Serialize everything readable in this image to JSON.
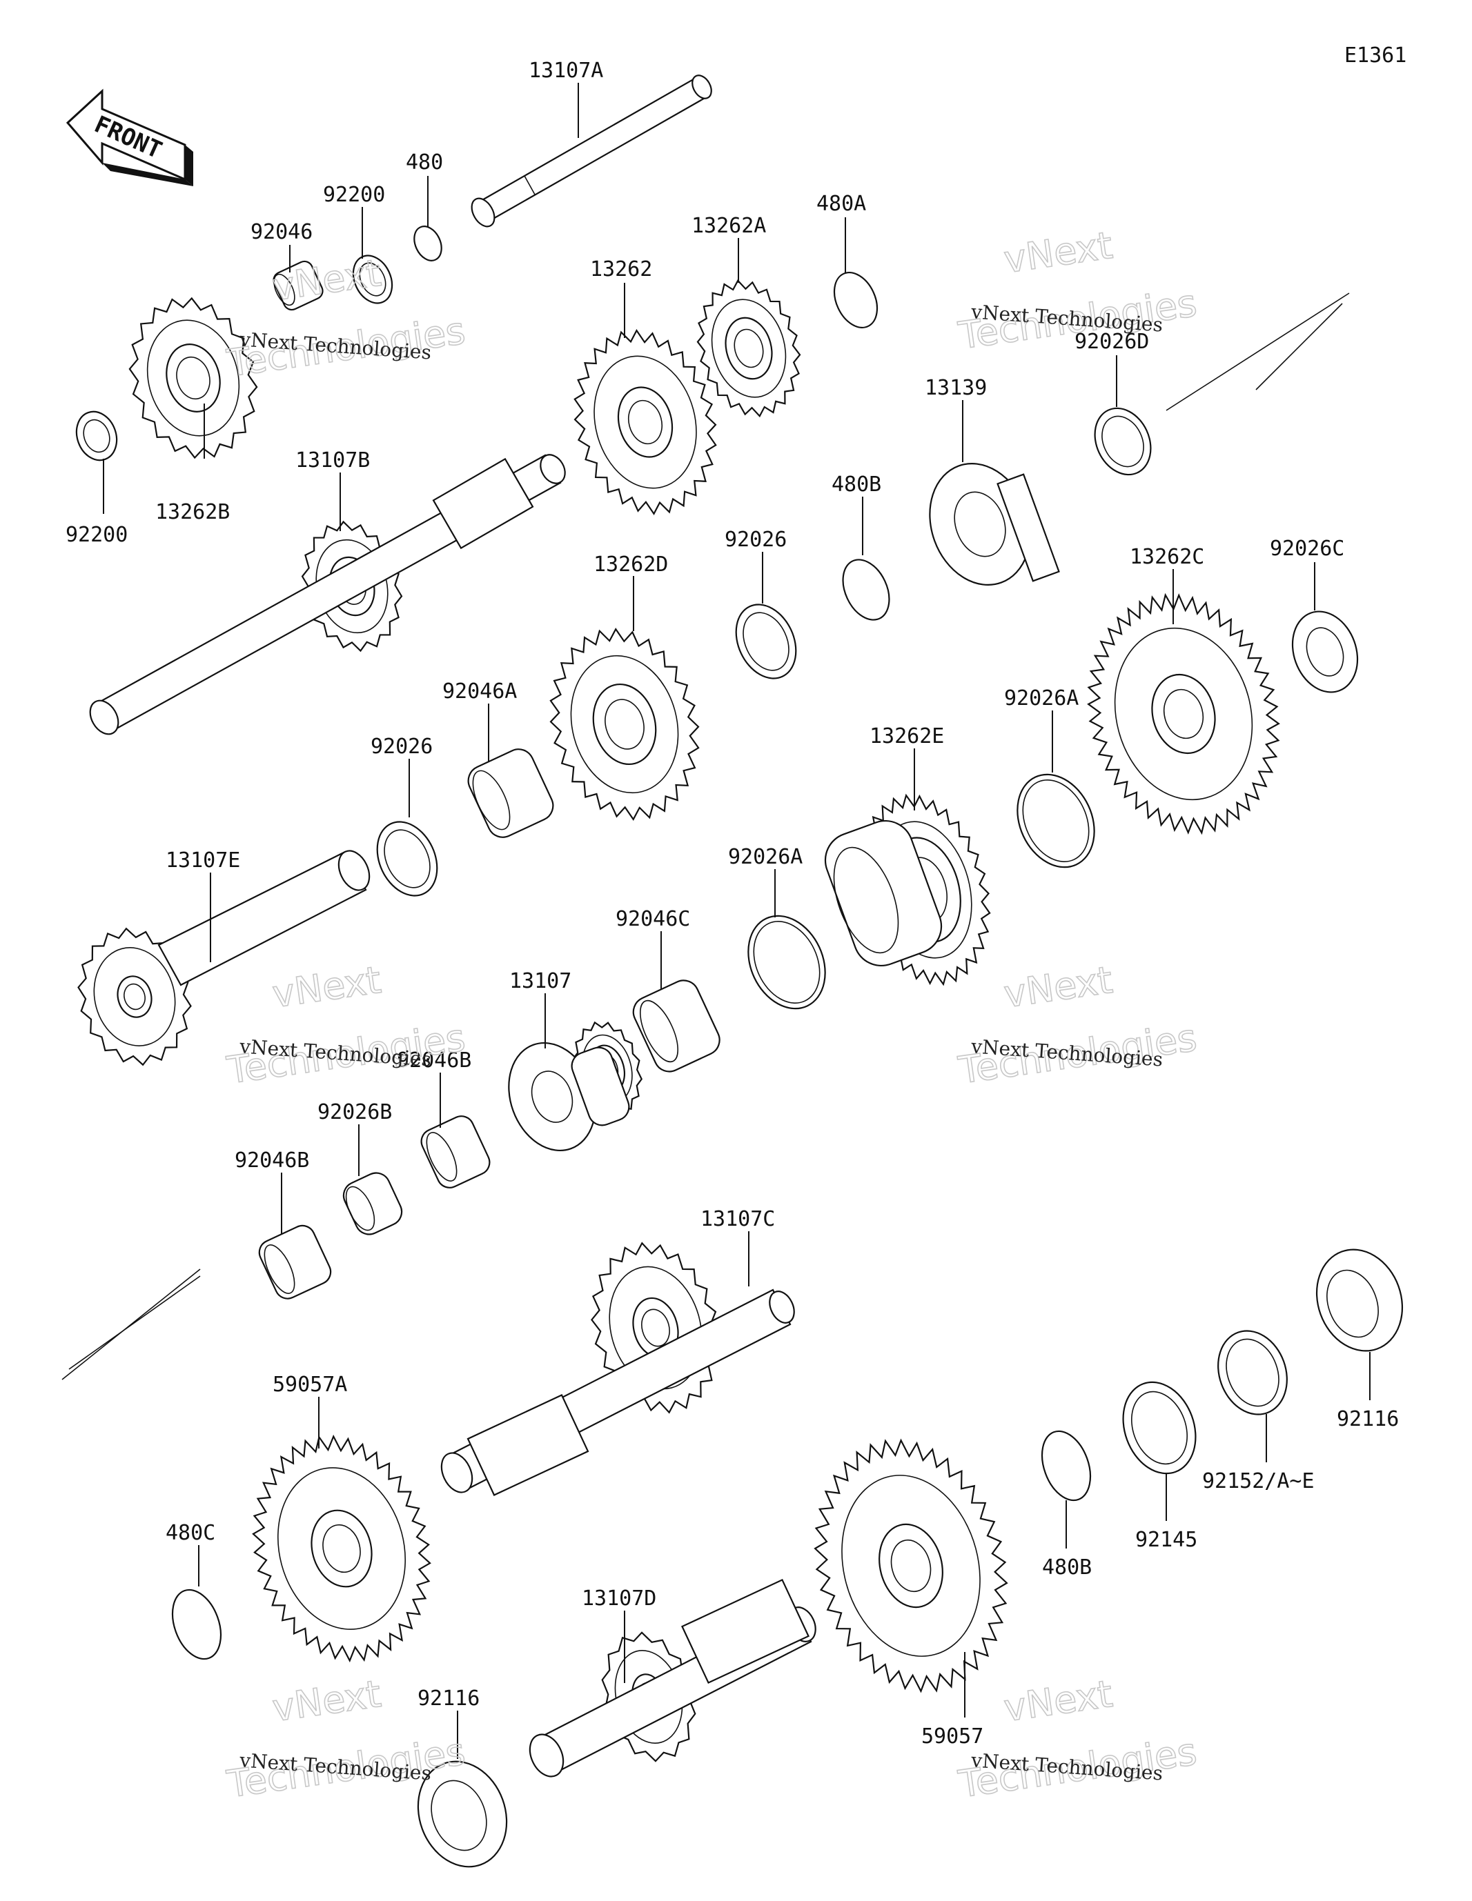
{
  "diagram_id": "E1361",
  "front_label": "FRONT",
  "watermark": {
    "line1": "vNext",
    "line2": "Technologies",
    "caption": "vNext Technologies"
  },
  "labels": {
    "p13107A": "13107A",
    "p480": "480",
    "p92200a": "92200",
    "p92046": "92046",
    "p92200b": "92200",
    "p13262B": "13262B",
    "p13262": "13262",
    "p13262A": "13262A",
    "p480A": "480A",
    "p92026D": "92026D",
    "p13139": "13139",
    "p13107B": "13107B",
    "p480B_top": "480B",
    "p92026_top": "92026",
    "p13262D": "13262D",
    "p13262C": "13262C",
    "p92026C": "92026C",
    "p92046A": "92046A",
    "p92026_mid": "92026",
    "p92026A_r": "92026A",
    "p13262E": "13262E",
    "p13107E": "13107E",
    "p92026A_l": "92026A",
    "p92046C": "92046C",
    "p13107": "13107",
    "p92046B_mid": "92046B",
    "p92026B": "92026B",
    "p92046B_low": "92046B",
    "p13107C": "13107C",
    "p59057A": "59057A",
    "p480C": "480C",
    "p92116_r": "92116",
    "p92152": "92152/A~E",
    "p92145": "92145",
    "p480B_low": "480B",
    "p13107D": "13107D",
    "p92116_b": "92116",
    "p59057": "59057"
  }
}
